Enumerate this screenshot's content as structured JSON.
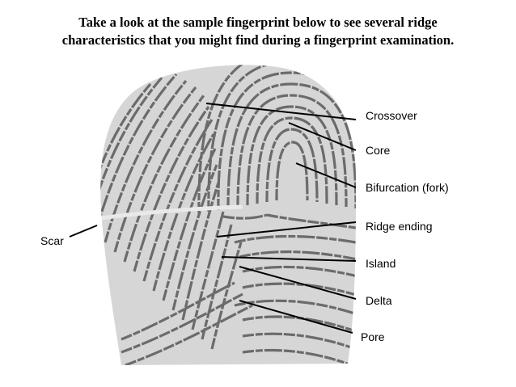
{
  "title": {
    "line1": "Take a look at the sample fingerprint below to see several ridge",
    "line2": "characteristics that you might find during a fingerprint examination."
  },
  "labels": {
    "crossover": "Crossover",
    "core": "Core",
    "bifurcation": "Bifurcation (fork)",
    "ridge_ending": "Ridge ending",
    "island": "Island",
    "delta": "Delta",
    "pore": "Pore",
    "scar": "Scar"
  },
  "colors": {
    "ridge": "#6b6b6b",
    "leader_line": "#000000"
  }
}
